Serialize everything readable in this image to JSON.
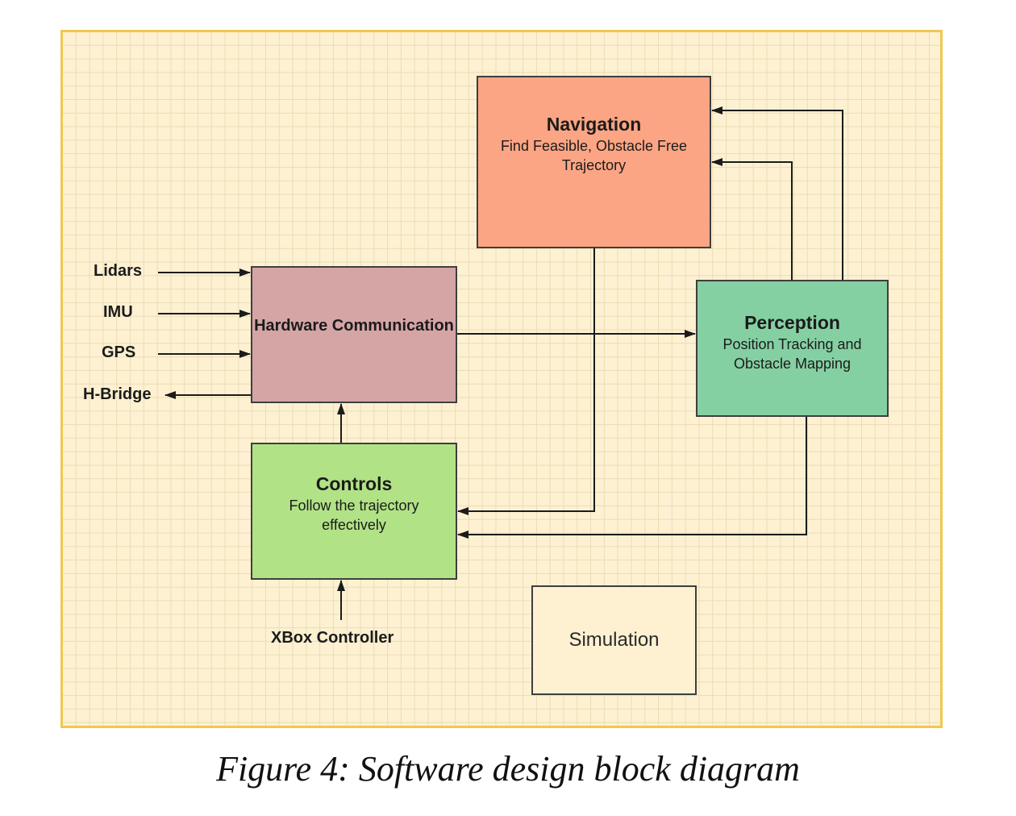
{
  "blocks": {
    "navigation": {
      "title": "Navigation",
      "description": "Find Feasible, Obstacle Free Trajectory",
      "color": "#fca584"
    },
    "hardware": {
      "title": "Hardware Communication",
      "color": "#d5a5a6"
    },
    "perception": {
      "title": "Perception",
      "description": "Position Tracking and Obstacle Mapping",
      "color": "#85d0a2"
    },
    "controls": {
      "title": "Controls",
      "description": "Follow the trajectory effectively",
      "color": "#b1e386"
    },
    "simulation": {
      "title": "Simulation",
      "color": "#fdf1d2"
    }
  },
  "external": {
    "lidars": "Lidars",
    "imu": "IMU",
    "gps": "GPS",
    "hbridge": "H-Bridge",
    "xbox": "XBox Controller"
  },
  "connections": [
    {
      "from": "Lidars",
      "to": "Hardware Communication"
    },
    {
      "from": "IMU",
      "to": "Hardware Communication"
    },
    {
      "from": "GPS",
      "to": "Hardware Communication"
    },
    {
      "from": "Hardware Communication",
      "to": "H-Bridge"
    },
    {
      "from": "Hardware Communication",
      "to": "Perception"
    },
    {
      "from": "Perception",
      "to": "Navigation"
    },
    {
      "from": "Perception",
      "to": "Navigation"
    },
    {
      "from": "Navigation",
      "to": "Controls"
    },
    {
      "from": "Perception",
      "to": "Controls"
    },
    {
      "from": "Controls",
      "to": "Hardware Communication"
    },
    {
      "from": "XBox Controller",
      "to": "Controls"
    }
  ],
  "caption": "Figure 4: Software design block diagram",
  "colors": {
    "grid_background": "#fdf1d2",
    "frame_border": "#f0c84e",
    "connector": "#1b1b1b"
  }
}
